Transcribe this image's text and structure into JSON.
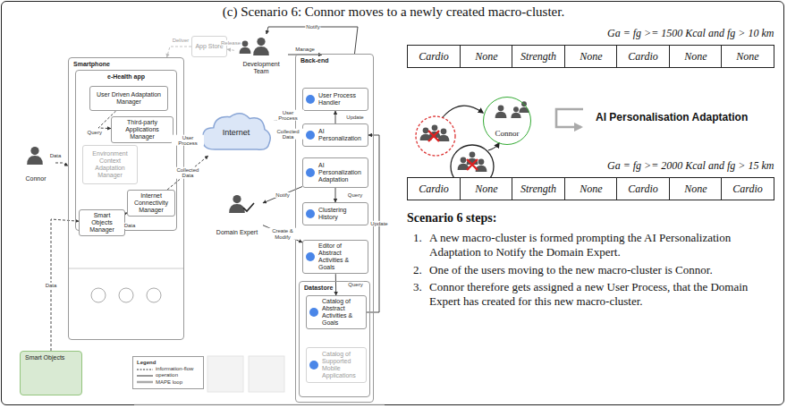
{
  "diagram": {
    "title": "(c) Scenario 6: Connor moves to a newly created macro-cluster.",
    "nodes": [
      {
        "text": [
          "Smartphone"
        ]
      },
      {
        "text": [
          "e-Health app"
        ],
        "in": 0
      },
      {
        "text": [
          "User Driven Adaptation Manager"
        ],
        "in": 1
      },
      {
        "text": [
          "Third-party Applications Manager"
        ],
        "in": 1
      },
      {
        "text": [
          "Environment Context Adaptation Manager"
        ],
        "in": 1
      },
      {
        "text": [
          "Internet Connectivity Manager"
        ],
        "in": 1
      },
      {
        "text": [
          "Smart Objects Manager"
        ],
        "in": 1
      },
      {
        "text": [
          "Smart Objects"
        ]
      },
      {
        "text": [
          "Connor"
        ]
      },
      {
        "text": [
          "App Store"
        ]
      },
      {
        "text": [
          "Development Team"
        ]
      },
      {
        "text": [
          "Internet"
        ]
      },
      {
        "text": [
          "Back-end"
        ]
      },
      {
        "text": [
          "User Process Handler"
        ],
        "in": 12
      },
      {
        "text": [
          "AI Personalization"
        ],
        "in": 12
      },
      {
        "text": [
          "AI Personalization Adaptation"
        ],
        "in": 12
      },
      {
        "text": [
          "Clustering History"
        ],
        "in": 12
      },
      {
        "text": [
          "Editor of Abstract Activities & Goals"
        ],
        "in": 12
      },
      {
        "text": [
          "Datastore"
        ],
        "in": 12
      },
      {
        "text": [
          "Catalog of Abstract Activities & Goals"
        ],
        "in": 18
      },
      {
        "text": [
          "Catalog of Supported Mobile Applications"
        ],
        "in": 18
      },
      {
        "text": [
          "Domain Expert"
        ]
      },
      {
        "text": [
          "Connor"
        ]
      }
    ],
    "edges": [
      {
        "from": 2,
        "to": 3,
        "label": "Query",
        "arrow": "to"
      },
      {
        "from": 8,
        "to": 0,
        "label": "Data",
        "arrow": "to"
      },
      {
        "from": 7,
        "to": 6,
        "label": "Data",
        "arrow": "to"
      },
      {
        "from": 6,
        "to": 5,
        "label": "Data",
        "arrow": "to"
      },
      {
        "from": 5,
        "to": 11,
        "label": "Collected Data",
        "arrow": "to"
      },
      {
        "from": 11,
        "to": 14,
        "label": "Collected Data",
        "arrow": "to"
      },
      {
        "from": 13,
        "to": 11,
        "label": "User Process",
        "arrow": "to"
      },
      {
        "from": 11,
        "to": 1,
        "label": "User Process",
        "arrow": "to"
      },
      {
        "from": 10,
        "to": 12,
        "label": "Manage",
        "arrow": "to"
      },
      {
        "from": 12,
        "to": 10,
        "label": "Notify",
        "arrow": "to"
      },
      {
        "from": 14,
        "to": 13,
        "label": "Update",
        "arrow": "to"
      },
      {
        "from": 15,
        "to": 16,
        "label": "Query",
        "arrow": "to"
      },
      {
        "from": 15,
        "to": 21,
        "label": "Notify",
        "arrow": "to"
      },
      {
        "from": 21,
        "to": 17,
        "label": "Create & Modify",
        "arrow": "to"
      },
      {
        "from": 17,
        "to": 19,
        "label": "Query",
        "arrow": "to"
      },
      {
        "from": 19,
        "to": 14,
        "label": "Update",
        "arrow": "to"
      },
      {
        "from": 10,
        "to": 9,
        "label": "Release",
        "arrow": "to"
      },
      {
        "from": 9,
        "to": 0,
        "label": "Deliver",
        "arrow": "to"
      }
    ],
    "labels": [
      "Ga = fg >= 1500 Kcal and fg > 10 km",
      "Cardio",
      "None",
      "Strength",
      "None",
      "Cardio",
      "None",
      "None",
      "Ga = fg >= 2000 Kcal and fg > 15 km",
      "Cardio",
      "None",
      "Strength",
      "None",
      "Cardio",
      "None",
      "Cardio",
      "AI Personalisation Adaptation",
      "Scenario 6 steps:",
      "1.",
      "A new macro-cluster is formed prompting the AI Personalization Adaptation to Notify the Domain Expert.",
      "2.",
      "One of the users moving to the new macro-cluster is Connor.",
      "3.",
      "Connor therefore gets assigned a new User Process, that the Domain Expert has created for this new macro-cluster.",
      "Legend"
    ],
    "legend": [
      {
        "text": "information-flow"
      },
      {
        "text": "operation"
      },
      {
        "text": "MAPE loop"
      }
    ]
  }
}
